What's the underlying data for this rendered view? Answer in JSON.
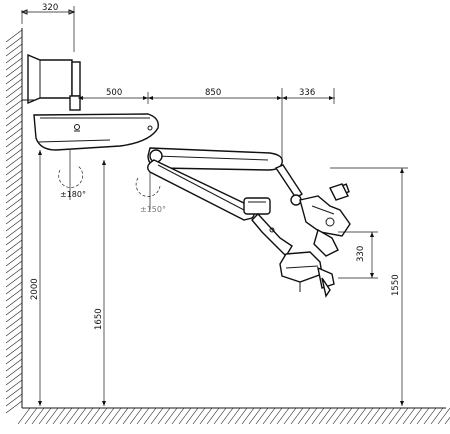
{
  "dimensions": {
    "wall_offset": "320",
    "segment_1": "500",
    "segment_2": "850",
    "segment_3": "336",
    "wall_height": "2000",
    "arm_height": "1650",
    "head_height": "1550",
    "head_travel": "330"
  },
  "angles": {
    "primary": "±180°",
    "secondary": "±150°"
  }
}
